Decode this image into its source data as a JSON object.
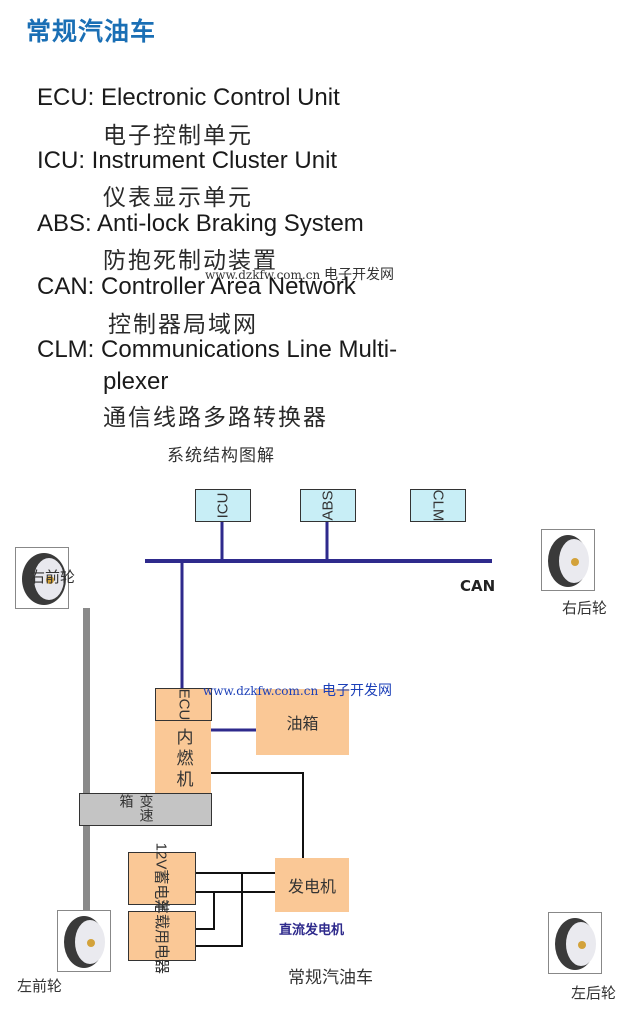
{
  "title": "常规汽油车",
  "glossary": [
    {
      "abbr": "ECU",
      "english": "ECU: Electronic Control Unit",
      "chinese": "电子控制单元"
    },
    {
      "abbr": "ICU",
      "english": "ICU: Instrument Cluster Unit",
      "chinese": "仪表显示单元"
    },
    {
      "abbr": "ABS",
      "english": "ABS: Anti-lock Braking System",
      "chinese": "防抱死制动装置"
    },
    {
      "abbr": "CAN",
      "english": "CAN: Controller Area Network",
      "chinese": "控制器局域网"
    },
    {
      "abbr": "CLM",
      "english_line1": "CLM: Communications Line Multi-",
      "english_line2": "plexer",
      "chinese": "通信线路多路转换器"
    }
  ],
  "watermark": {
    "url": "www.dzkfw.com.cn",
    "name": "电子开发网"
  },
  "diagram": {
    "heading": "系统结构图解",
    "bus_label": "CAN",
    "nodes": {
      "icu": "ICU",
      "abs": "ABS",
      "clm": "CLM",
      "ecu": "ECU",
      "engine": "内燃机",
      "fuel_tank": "油箱",
      "gearbox": "变速箱",
      "battery": "12V蓄电池",
      "appliances": "车载用电器",
      "generator": "发电机"
    },
    "generator_caption": "直流发电机",
    "wheels": {
      "front_right": "右前轮",
      "rear_right": "右后轮",
      "front_left": "左前轮",
      "rear_left": "左后轮"
    },
    "caption": "常规汽油车",
    "colors": {
      "can_bus": "#2e2a8c",
      "title_blue": "#1a6fb5",
      "node_cyan": "#c8eef6",
      "node_orange": "#fac896",
      "gearbox_gray": "#c4c4c4",
      "caption_blue": "#2e2a8c"
    }
  }
}
